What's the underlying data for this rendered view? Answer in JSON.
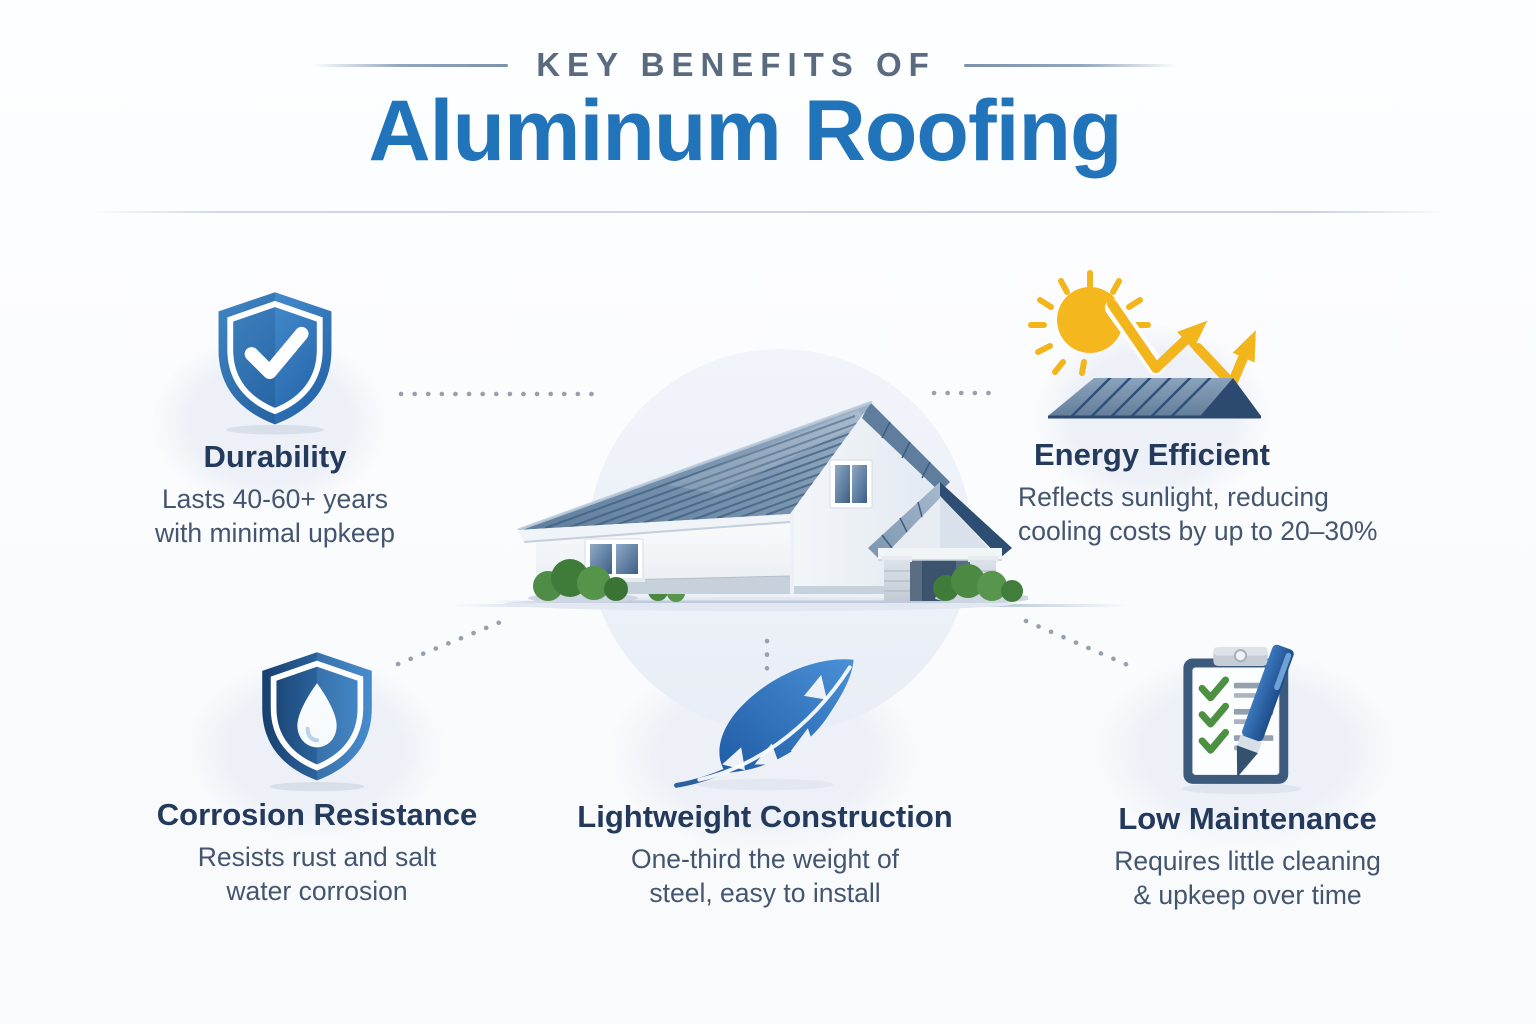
{
  "header": {
    "eyebrow": "KEY BENEFITS OF",
    "title": "Aluminum Roofing"
  },
  "benefits": [
    {
      "icon": "shield-check-icon",
      "title": "Durability",
      "line1": "Lasts 40-60+ years",
      "line2": "with minimal upkeep"
    },
    {
      "icon": "sun-reflective-roof-icon",
      "title": "Energy Efficient",
      "line1": "Reflects sunlight, reducing",
      "line2": "cooling costs by up to 20–30%"
    },
    {
      "icon": "shield-water-drop-icon",
      "title": "Corrosion Resistance",
      "line1": "Resists rust and salt",
      "line2": "water corrosion"
    },
    {
      "icon": "feather-icon",
      "title": "Lightweight Construction",
      "line1": "One-third the weight of",
      "line2": "steel, easy to install"
    },
    {
      "icon": "clipboard-checklist-pen-icon",
      "title": "Low Maintenance",
      "line1": "Requires little cleaning",
      "line2": "& upkeep over time"
    }
  ],
  "illustration": {
    "name": "house-with-aluminum-roof"
  },
  "colors": {
    "accent_blue": "#2173ba",
    "heading_navy": "#233a5c",
    "body_text": "#44566f",
    "eyebrow_gray": "#5a6b80",
    "sun_yellow": "#f2b51c",
    "check_green": "#4c9141",
    "dotted_line": "#97a1ae",
    "roof_slate": "#6d89a6"
  }
}
